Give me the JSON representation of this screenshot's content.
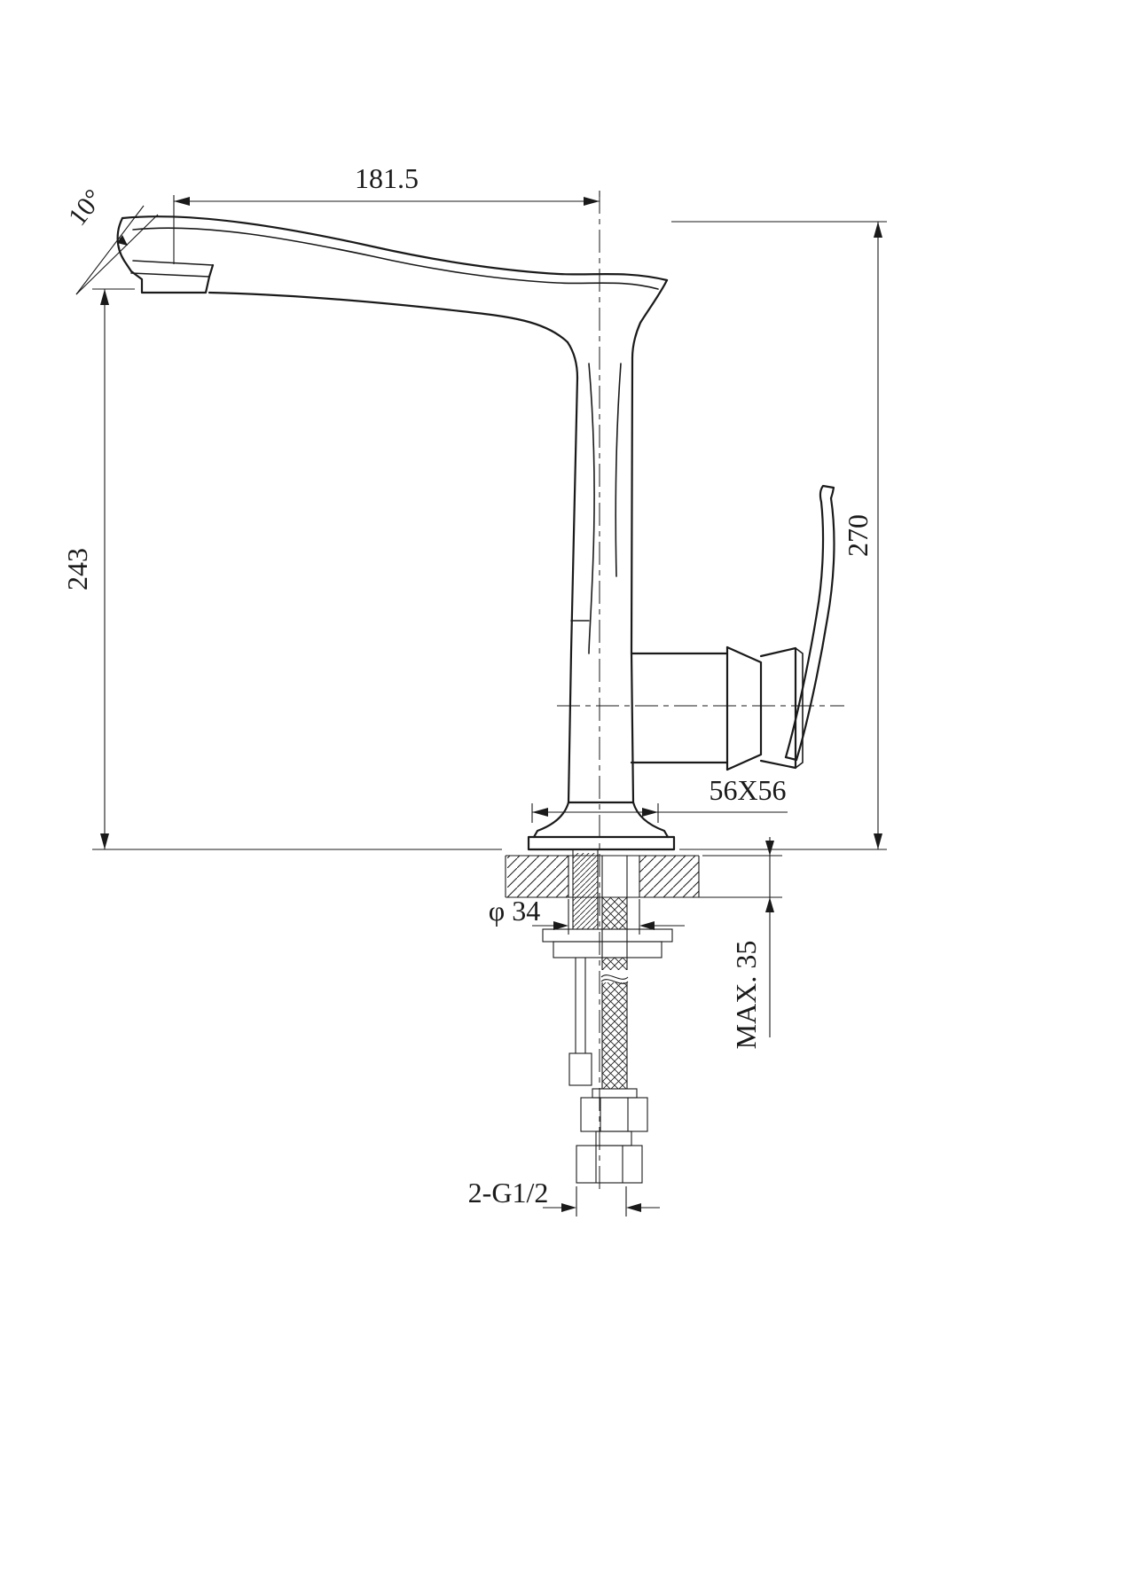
{
  "colors": {
    "ink": "#1a1a1a",
    "paper": "#ffffff"
  },
  "dims": {
    "spout_angle": "10°",
    "spout_reach": "181.5",
    "outlet_height": "243",
    "overall_height": "270",
    "base_size": "56X56",
    "hole_diameter": "φ 34",
    "max_deck_thickness": "MAX. 35",
    "inlet_thread": "2-G1/2"
  }
}
